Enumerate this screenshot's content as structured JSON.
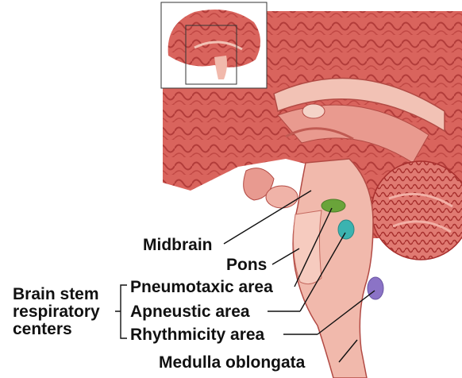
{
  "labels": {
    "midbrain": "Midbrain",
    "pons": "Pons",
    "pneumotaxic": "Pneumotaxic area",
    "apneustic": "Apneustic area",
    "rhythmicity": "Rhythmicity area",
    "medulla": "Medulla oblongata"
  },
  "group_label": {
    "line1": "Brain stem",
    "line2": "respiratory",
    "line3": "centers"
  },
  "colors": {
    "brain_dark": "#b03a3a",
    "brain_mid": "#d45a55",
    "brain_light": "#e98a80",
    "stem": "#f1b9ac",
    "pneumotaxic": "#6aa43a",
    "apneustic": "#3bb3b0",
    "rhythmicity": "#8b73c6"
  }
}
